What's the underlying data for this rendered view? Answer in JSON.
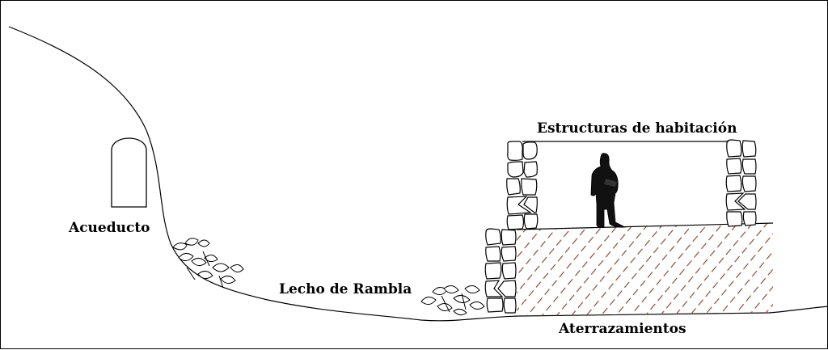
{
  "labels": {
    "acueducto": "Acueducto",
    "lecho": "Lecho de Rambla",
    "estructuras": "Estructuras de habitación",
    "aterrazamientos": "Aterrazamientos"
  },
  "colors": {
    "line": "#000000",
    "hatch": "#8b4a35",
    "background": "#ffffff"
  }
}
